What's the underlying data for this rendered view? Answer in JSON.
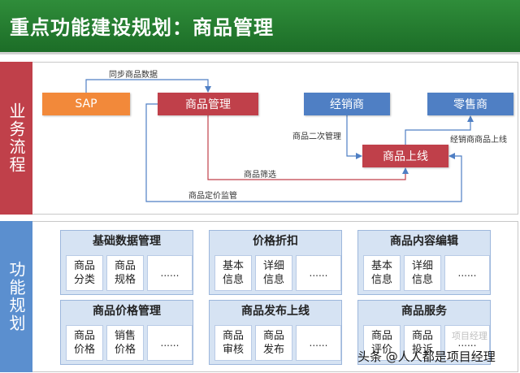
{
  "title": "重点功能建设规划：商品管理",
  "sections": {
    "process": "业务流程",
    "function": "功能规划"
  },
  "flow": {
    "nodes": {
      "sap": "SAP",
      "product_mgmt": "商品管理",
      "distributor": "经销商",
      "retailer": "零售商",
      "product_online": "商品上线"
    },
    "edge_labels": {
      "sync": "同步商品数据",
      "secondary_mgmt": "商品二次管理",
      "distributor_online": "经销商商品上线",
      "filter": "商品筛选",
      "price_control": "商品定价监管"
    }
  },
  "groups": [
    {
      "title": "基础数据管理",
      "cells": [
        [
          "商品",
          "分类"
        ],
        [
          "商品",
          "规格"
        ],
        [
          "......"
        ]
      ]
    },
    {
      "title": "价格折扣",
      "cells": [
        [
          "基本",
          "信息"
        ],
        [
          "详细",
          "信息"
        ],
        [
          "......"
        ]
      ]
    },
    {
      "title": "商品内容编辑",
      "cells": [
        [
          "基本",
          "信息"
        ],
        [
          "详细",
          "信息"
        ],
        [
          "......"
        ]
      ]
    },
    {
      "title": "商品价格管理",
      "cells": [
        [
          "商品",
          "价格"
        ],
        [
          "销售",
          "价格"
        ],
        [
          "......"
        ]
      ]
    },
    {
      "title": "商品发布上线",
      "cells": [
        [
          "商品",
          "审核"
        ],
        [
          "商品",
          "发布"
        ],
        [
          "......"
        ]
      ]
    },
    {
      "title": "商品服务",
      "cells": [
        [
          "商品",
          "评价"
        ],
        [
          "商品",
          "投诉"
        ],
        [
          "......"
        ]
      ]
    }
  ],
  "watermark": "头条 @人人都是项目经理",
  "watermark_faint": "项目经理",
  "colors": {
    "banner": "#1f7a2c",
    "accent_red": "#c0404a",
    "accent_orange": "#f2893a",
    "accent_blue": "#4f7fc4",
    "group_fill": "#d6e3f3"
  }
}
